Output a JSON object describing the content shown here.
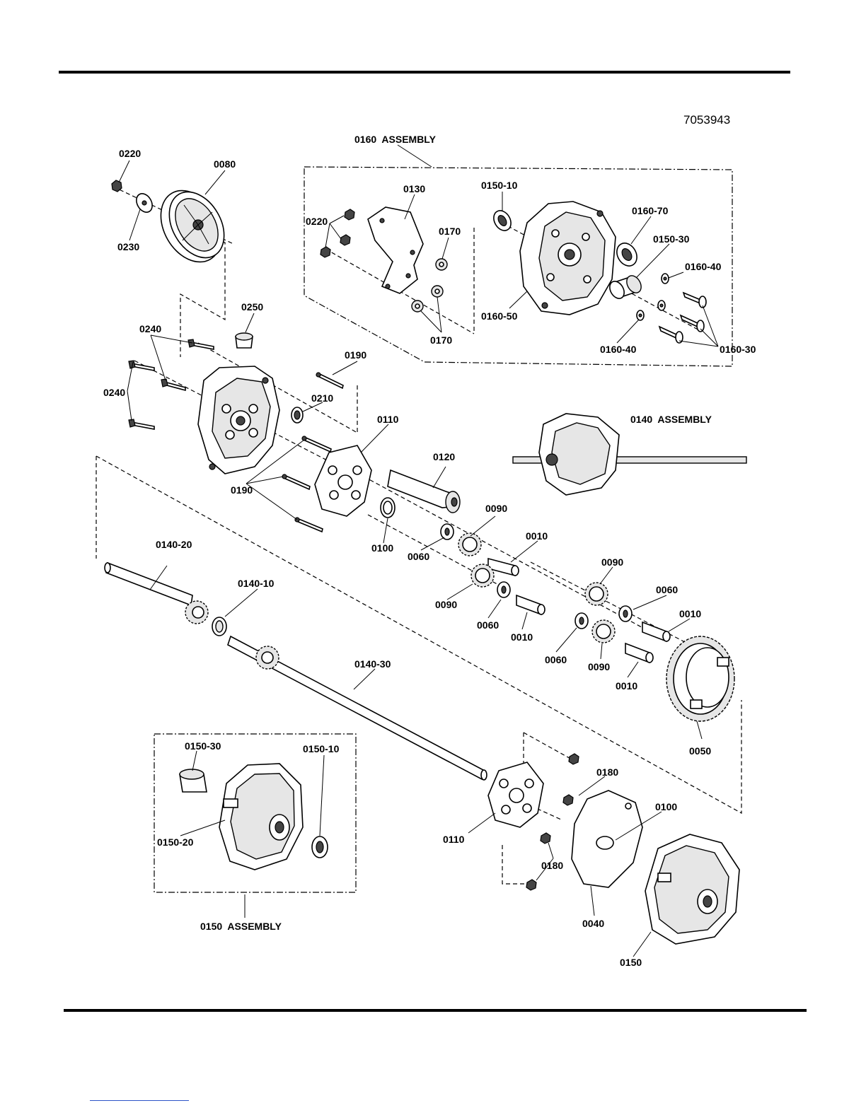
{
  "document_number": "7053943",
  "labels": {
    "l0220a": "0220",
    "l0080": "0080",
    "l0230": "0230",
    "l0160asm": "0160  ASSEMBLY",
    "l0130": "0130",
    "l0150_10a": "0150-10",
    "l0220b": "0220",
    "l0170a": "0170",
    "l0160_70": "0160-70",
    "l0150_30a": "0150-30",
    "l0160_40a": "0160-40",
    "l0160_50": "0160-50",
    "l0170b": "0170",
    "l0160_40b": "0160-40",
    "l0160_30": "0160-30",
    "l0250": "0250",
    "l0240a": "0240",
    "l0240b": "0240",
    "l0190a": "0190",
    "l0210": "0210",
    "l0110a": "0110",
    "l0140asm": "0140  ASSEMBLY",
    "l0120": "0120",
    "l0190b": "0190",
    "l0090a": "0090",
    "l0010a": "0010",
    "l0100a": "0100",
    "l0060a": "0060",
    "l0140_20": "0140-20",
    "l0140_10": "0140-10",
    "l0090b": "0090",
    "l0060b": "0060",
    "l0010b": "0010",
    "l0090c": "0090",
    "l0060c": "0060",
    "l0010c": "0010",
    "l0060d": "0060",
    "l0090d": "0090",
    "l0010d": "0010",
    "l0140_30": "0140-30",
    "l0050": "0050",
    "l0150_30b": "0150-30",
    "l0150_10b": "0150-10",
    "l0180a": "0180",
    "l0100b": "0100",
    "l0150_20": "0150-20",
    "l0110b": "0110",
    "l0180b": "0180",
    "l0040": "0040",
    "l0150asm": "0150  ASSEMBLY",
    "l0150": "0150"
  }
}
